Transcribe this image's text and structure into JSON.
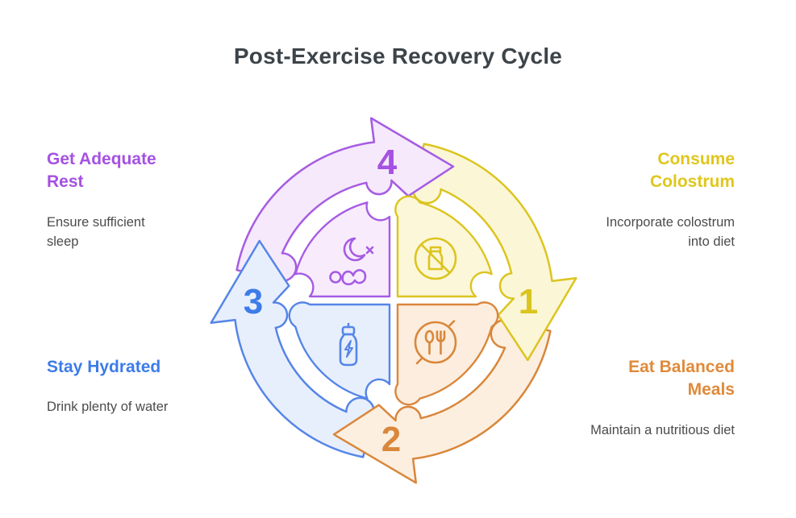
{
  "title": "Post-Exercise Recovery Cycle",
  "colors": {
    "purple": "#a65ce3",
    "yellow": "#dcc41f",
    "orange": "#d9873b",
    "blue": "#5585e8",
    "purple_heading": "#a551e2",
    "yellow_heading": "#e0c61c",
    "orange_heading": "#e08a3a",
    "blue_heading": "#3d7ce8",
    "title_text": "#3d4449",
    "body_text": "#4b4b4b"
  },
  "steps": [
    {
      "number": "1",
      "heading": "Consume Colostrum",
      "description": "Incorporate colostrum into diet",
      "color": "#dcc41f",
      "icon": "crossed-milk-bottle-icon",
      "position": "right"
    },
    {
      "number": "2",
      "heading": "Eat Balanced Meals",
      "description": "Maintain a nutritious diet",
      "color": "#d9873b",
      "icon": "meal-utensils-icon",
      "position": "bottom"
    },
    {
      "number": "3",
      "heading": "Stay Hydrated",
      "description": "Drink plenty of water",
      "color": "#5585e8",
      "icon": "water-bottle-icon",
      "position": "left"
    },
    {
      "number": "4",
      "heading": "Get Adequate Rest",
      "description": "Ensure sufficient sleep",
      "color": "#a65ce3",
      "icon": "moon-sleep-icon",
      "position": "top"
    }
  ]
}
